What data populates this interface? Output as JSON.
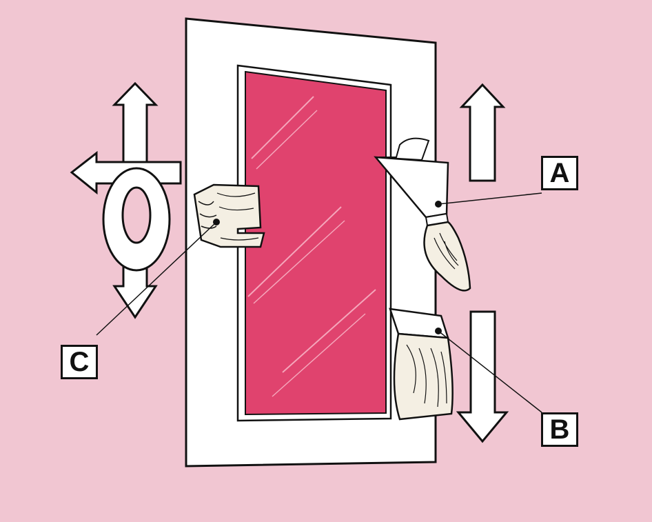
{
  "labels": {
    "a": "A",
    "b": "B",
    "c": "C"
  },
  "colors": {
    "background": "#f1c6d2",
    "glass": "#e0436e",
    "frame": "#ffffff",
    "outline": "#111111",
    "wood": "#f4efe3"
  },
  "icons": {
    "arrow_up": "arrow-up-icon",
    "arrow_down": "arrow-down-icon",
    "cross_arrows": "four-way-arrow-icon",
    "loop": "circular-motion-icon",
    "brush_a": "paint-brush-icon",
    "brush_b": "flat-brush-icon",
    "brush_c": "brush-end-icon"
  }
}
